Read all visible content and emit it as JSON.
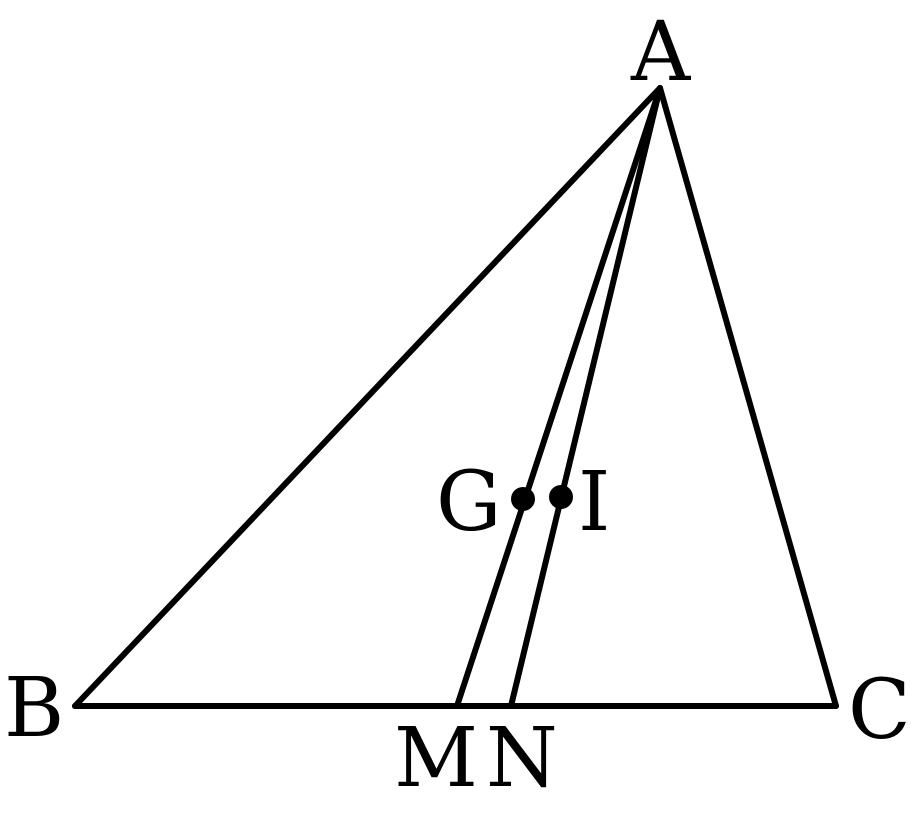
{
  "diagram": {
    "type": "triangle",
    "vertices": {
      "A": {
        "label": "A"
      },
      "B": {
        "label": "B"
      },
      "C": {
        "label": "C"
      }
    },
    "base_points": {
      "M": {
        "label": "M"
      },
      "N": {
        "label": "N"
      }
    },
    "interior_points": {
      "G": {
        "label": "G"
      },
      "I": {
        "label": "I"
      }
    },
    "segments": [
      "AB",
      "BC",
      "CA",
      "AM",
      "AN"
    ],
    "line_color": "#000000"
  }
}
